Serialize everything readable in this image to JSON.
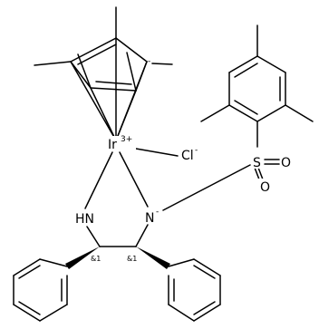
{
  "molecule": {
    "atoms": {
      "ir": "Ir",
      "ir_charge": "3+",
      "cl": "Cl",
      "cl_charge": "-",
      "s": "S",
      "o1": "O",
      "o2": "O",
      "nh": "HN",
      "n": "N",
      "n_charge": "-",
      "cp_charge": "-"
    },
    "stereo_labels": [
      "&1",
      "&1"
    ]
  }
}
